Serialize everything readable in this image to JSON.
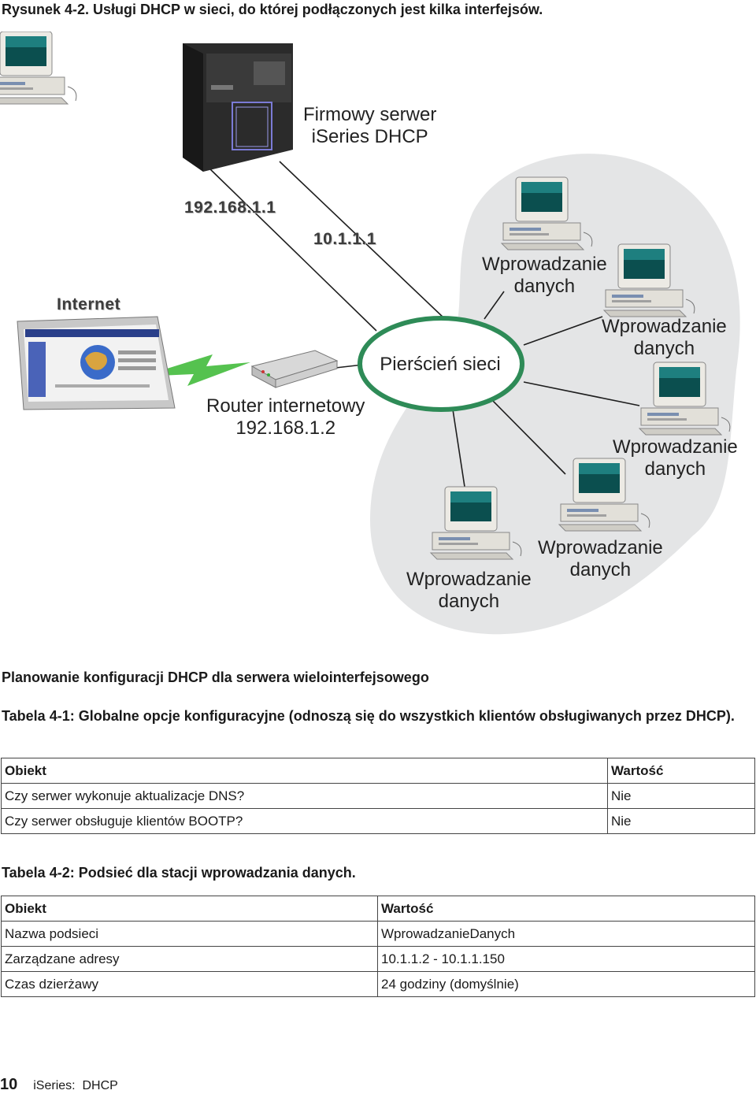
{
  "caption": "Rysunek 4-2. Usługi DHCP w sieci, do której podłączonych jest kilka interfejsów.",
  "diagram": {
    "server_label_line1": "Firmowy serwer",
    "server_label_line2": "iSeries DHCP",
    "ip_server_external": "192.168.1.1",
    "ip_server_internal": "10.1.1.1",
    "internet_label": "Internet",
    "router_label_line1": "Router internetowy",
    "router_label_line2": "192.168.1.2",
    "ring_label": "Pierścień sieci",
    "client_label_line1": "Wprowadzanie",
    "client_label_line2": "danych"
  },
  "section_title": "Planowanie konfiguracji DHCP dla serwera wielointerfejsowego",
  "table1": {
    "caption": "Tabela 4-1: Globalne opcje konfiguracyjne (odnoszą się do wszystkich klientów obsługiwanych przez DHCP).",
    "headers": [
      "Obiekt",
      "Wartość"
    ],
    "rows": [
      [
        "Czy serwer wykonuje aktualizacje DNS?",
        "Nie"
      ],
      [
        "Czy serwer obsługuje klientów BOOTP?",
        "Nie"
      ]
    ]
  },
  "table2": {
    "caption": "Tabela 4-2: Podsieć dla stacji wprowadzania danych.",
    "headers": [
      "Obiekt",
      "Wartość"
    ],
    "rows": [
      [
        "Nazwa podsieci",
        "WprowadzanieDanych"
      ],
      [
        "Zarządzane adresy",
        "10.1.1.2 - 10.1.1.150"
      ],
      [
        "Czas dzierżawy",
        "24 godziny (domyślnie)"
      ]
    ]
  },
  "footer": {
    "page_number": "10",
    "product": "iSeries:  DHCP"
  }
}
